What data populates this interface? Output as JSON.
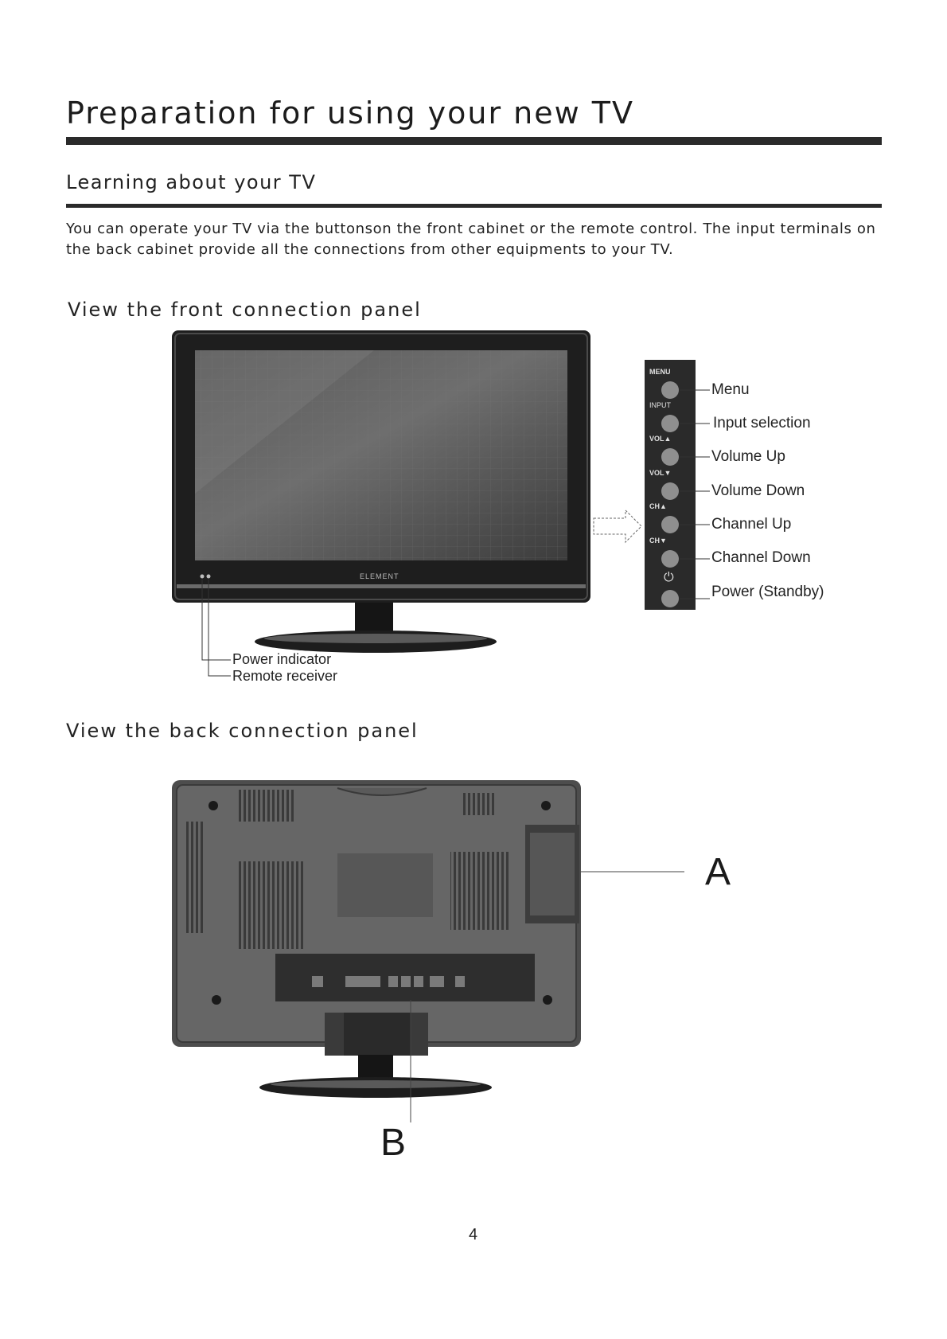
{
  "page": {
    "title": "Preparation for using your new TV",
    "subtitle": "Learning about your TV",
    "intro": "You can operate your TV via the buttonson the front cabinet or the remote control. The input terminals on the back cabinet provide all the connections from other equipments to your TV.",
    "page_number": "4"
  },
  "front_panel": {
    "heading": "View the front connection panel",
    "brand_logo": "ELEMENT",
    "button_strip": [
      {
        "tag": "MENU",
        "label": "Menu"
      },
      {
        "tag": "INPUT",
        "label": "Input selection"
      },
      {
        "tag": "VOL▲",
        "label": "Volume Up"
      },
      {
        "tag": "VOL▼",
        "label": "Volume Down"
      },
      {
        "tag": "CH▲",
        "label": "Channel Up"
      },
      {
        "tag": "CH▼",
        "label": "Channel Down"
      },
      {
        "tag": "⏻",
        "label": "Power (Standby)"
      }
    ],
    "callouts": {
      "power_indicator": "Power  indicator",
      "remote_receiver": "Remote receiver"
    }
  },
  "back_panel": {
    "heading": "View the back connection panel",
    "label_a": "A",
    "label_b": "B"
  }
}
